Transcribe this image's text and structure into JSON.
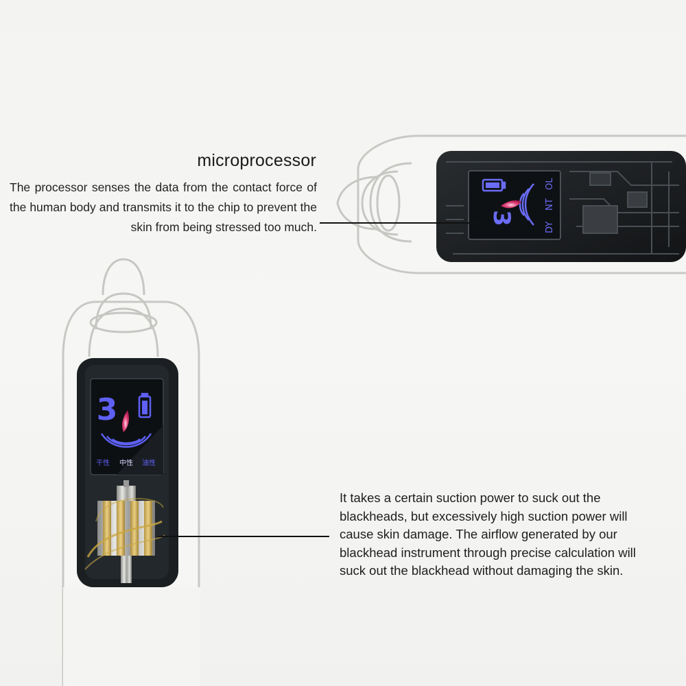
{
  "annotations": {
    "microprocessor": {
      "title": "microprocessor",
      "description": "The processor senses the data from the contact force of the human body and transmits it to the chip to prevent the skin from being stressed too much."
    },
    "suction": {
      "description": "It takes a certain suction power to suck out the blackheads, but excessively high suction power will cause skin damage. The airflow generated by our blackhead instrument through precise calculation will suck out the blackhead without damaging the skin."
    }
  },
  "device_horizontal": {
    "display": {
      "level_digit": "3",
      "modes": [
        "DY",
        "NT",
        "OL"
      ]
    }
  },
  "device_vertical": {
    "display": {
      "level_digit": "3",
      "modes": [
        "干性",
        "中性",
        "油性"
      ]
    }
  },
  "colors": {
    "background": "#f4f4f2",
    "outline": "#c9c9c6",
    "screen": "#15191c",
    "lcd_blue": "#5a5cf0",
    "drop_pink": "#e0457a",
    "coil_gold": "#c9a642"
  },
  "icons": [
    "battery-icon",
    "drop-icon",
    "suction-wave-icon",
    "motor-icon"
  ]
}
